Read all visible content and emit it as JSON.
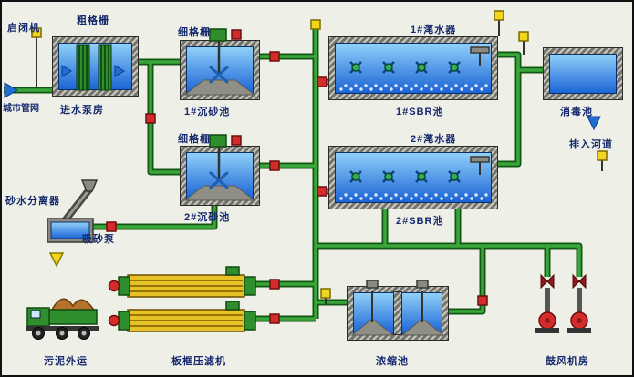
{
  "colors": {
    "bg": "#eef0e8",
    "label": "#15276d",
    "pipe": "#3aa63a",
    "pipe_dark": "#145714",
    "water": "#1b64d6",
    "water_light": "#8fd0f8",
    "valve": "#f2d51e",
    "pump": "#d62b2b",
    "press": "#e6c226",
    "equipment_green": "#2f8f2f",
    "sludge": "#b5722a"
  },
  "labels": {
    "gate_hoist": "启闭机",
    "coarse_screen": "粗格栅",
    "fine_screen_1": "细格栅",
    "fine_screen_2": "细格栅",
    "city_pipe_network": "城市管网",
    "influent_pump_house": "进水泵房",
    "grit_chamber_1": "1#沉砂池",
    "grit_chamber_2": "2#沉砂池",
    "decanter_1": "1#滗水器",
    "decanter_2": "2#滗水器",
    "sbr_1": "1#SBR池",
    "sbr_2": "2#SBR池",
    "disinfection_tank": "消毒池",
    "discharge_to_river": "排入河道",
    "sand_water_separator": "砂水分离器",
    "sand_suction_pump": "吸砂泵",
    "sludge_transport": "污泥外运",
    "filter_press": "板框压滤机",
    "thickener": "浓缩池",
    "blower_room": "鼓风机房"
  }
}
